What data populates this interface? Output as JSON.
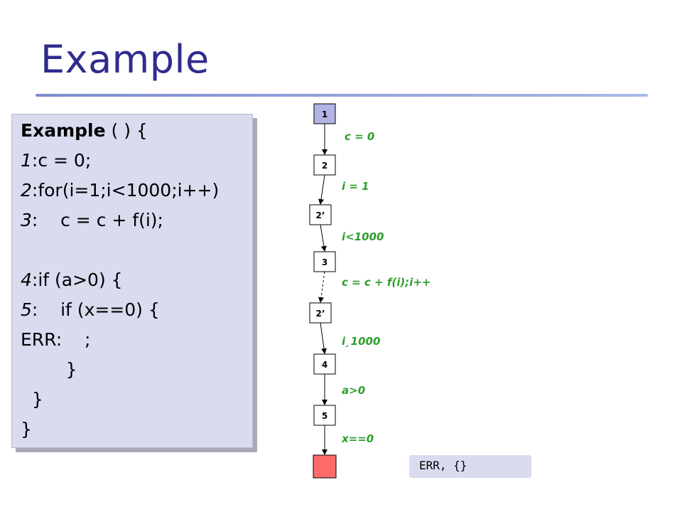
{
  "title": "Example",
  "code": {
    "lines": [
      {
        "label": "",
        "text_bold": "Example",
        "text": " ( ) {"
      },
      {
        "label": "1",
        "text": ":c = 0;"
      },
      {
        "label": "2",
        "text": ":for(i=1;i<1000;i++)"
      },
      {
        "label": "3",
        "text": ":    c = c + f(i);"
      },
      {
        "label": "",
        "text": ""
      },
      {
        "label": "4",
        "text": ":if (a>0) {"
      },
      {
        "label": "5",
        "text": ":    if (x==0) {"
      },
      {
        "label": "",
        "text": "ERR:    ;"
      },
      {
        "label": "",
        "text": "        }"
      },
      {
        "label": "",
        "text": "  }"
      },
      {
        "label": "",
        "text": "}"
      }
    ]
  },
  "graph": {
    "nodes": [
      {
        "id": "n1",
        "label": "1",
        "fill": "#b3b3e6"
      },
      {
        "id": "n2",
        "label": "2",
        "fill": "#ffffff"
      },
      {
        "id": "n2p",
        "label": "2’",
        "fill": "#ffffff"
      },
      {
        "id": "n3",
        "label": "3",
        "fill": "#ffffff"
      },
      {
        "id": "n2p2",
        "label": "2’",
        "fill": "#ffffff"
      },
      {
        "id": "n4",
        "label": "4",
        "fill": "#ffffff"
      },
      {
        "id": "n5",
        "label": "5",
        "fill": "#ffffff"
      },
      {
        "id": "nerr",
        "label": "",
        "fill": "#ff6b6b"
      }
    ],
    "edges": [
      {
        "from": "n1",
        "to": "n2",
        "label": "c =  0",
        "dashed": false
      },
      {
        "from": "n2",
        "to": "n2p",
        "label": "i = 1",
        "dashed": false
      },
      {
        "from": "n2p",
        "to": "n3",
        "label": "i<1000",
        "dashed": false
      },
      {
        "from": "n3",
        "to": "n2p2",
        "label": "c = c + f(i);i++",
        "dashed": true
      },
      {
        "from": "n2p2",
        "to": "n4",
        "label": "i¸1000",
        "dashed": false
      },
      {
        "from": "n4",
        "to": "n5",
        "label": "a>0",
        "dashed": false
      },
      {
        "from": "n5",
        "to": "nerr",
        "label": "x==0",
        "dashed": false
      }
    ],
    "edge_label_color": "#2e9e2e"
  },
  "result": "ERR, {}"
}
